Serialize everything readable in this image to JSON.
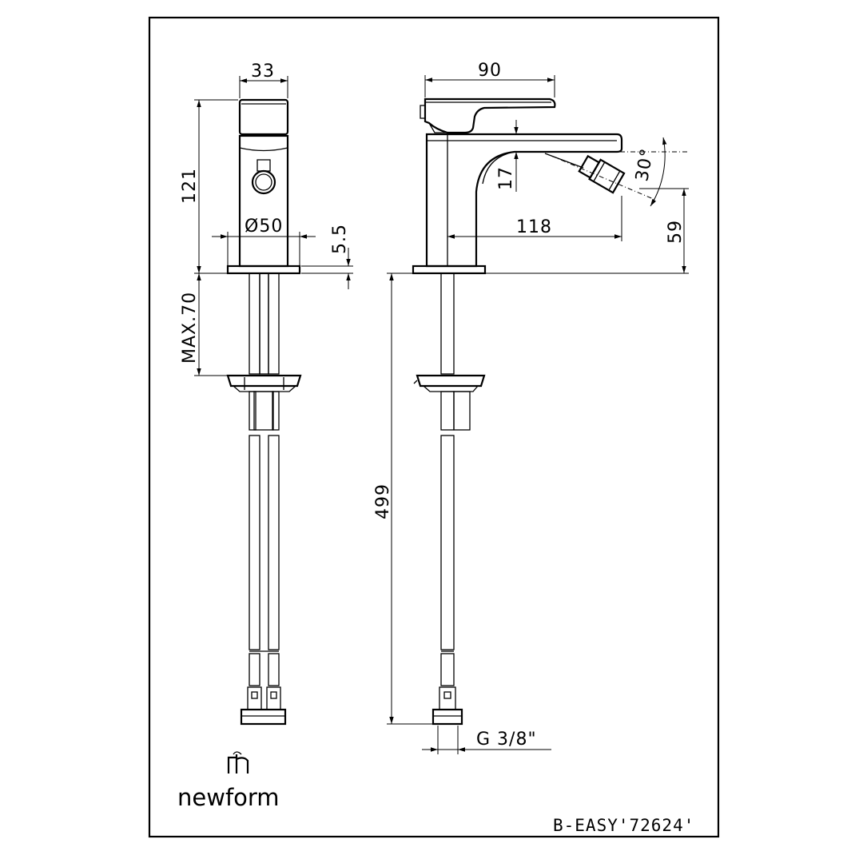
{
  "drawing": {
    "product_code": "B-EASY'72624'",
    "brand_name": "newform",
    "brand_logo": "newform-logo-icon"
  },
  "front_view": {
    "dims": {
      "width_top": "33",
      "height_total": "121",
      "base_diameter": "Ø50",
      "base_thickness": "5.5",
      "max_thickness": "MAX.70"
    }
  },
  "side_view": {
    "dims": {
      "handle_length": "90",
      "spout_height": "17",
      "spray_angle": "30°",
      "spout_reach": "118",
      "outlet_height": "59",
      "hose_length": "499",
      "connection": "G 3/8\""
    }
  }
}
